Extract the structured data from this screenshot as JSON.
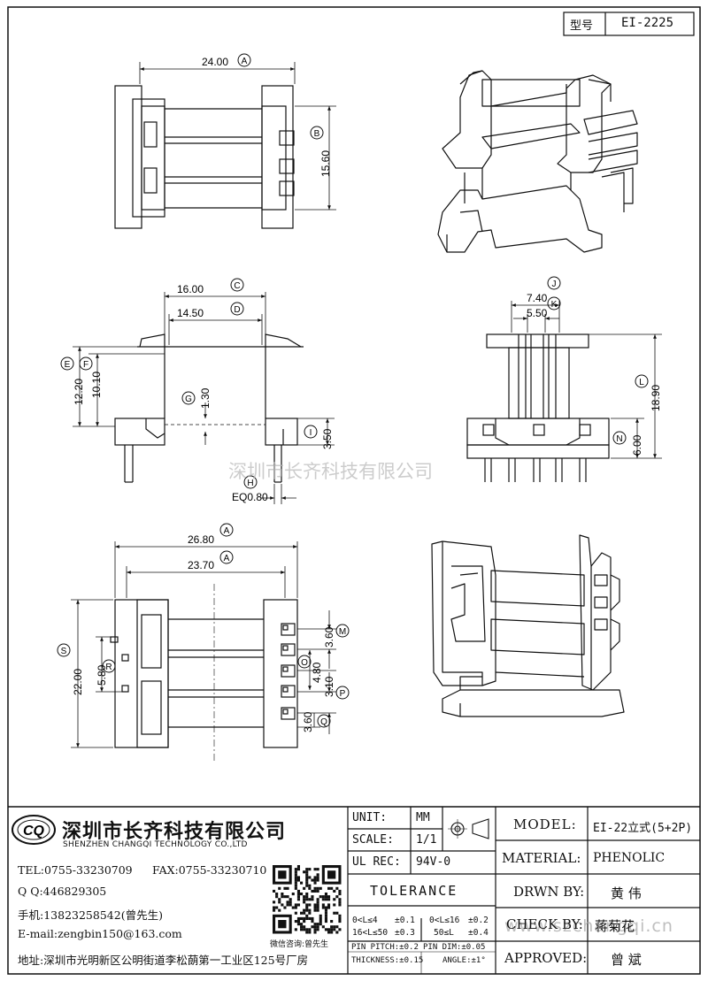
{
  "model_box": {
    "label": "型号",
    "value": "EI-2225"
  },
  "watermark": {
    "main": "深圳市长齐科技有限公司",
    "corner": "www.szchangqi.cn"
  },
  "dimensions": {
    "top_view": {
      "a": "24.00",
      "a_tag": "A",
      "b": "15.60",
      "b_tag": "B"
    },
    "side_view": {
      "c": "16.00",
      "c_tag": "C",
      "d": "14.50",
      "d_tag": "D",
      "e": "12.20",
      "e_tag": "E",
      "f": "10.10",
      "f_tag": "F",
      "g": "1.30",
      "g_tag": "G",
      "i": "3.50",
      "i_tag": "I",
      "h_tag": "H",
      "h": "EQ0.80"
    },
    "end_view": {
      "j": "7.40",
      "j_tag": "J",
      "k": "5.50",
      "k_tag": "K",
      "l": "18.90",
      "l_tag": "L",
      "n": "6.00",
      "n_tag": "N"
    },
    "bottom_view": {
      "a1": "26.80",
      "a1_tag": "A",
      "a2": "23.70",
      "a2_tag": "A",
      "s": "22.00",
      "s_tag": "S",
      "r": "5.80",
      "r_tag": "R",
      "m": "3.60",
      "m_tag": "M",
      "o": "4.80",
      "o_tag": "O",
      "p": "3.10",
      "p_tag": "P",
      "q": "3.60",
      "q_tag": "Q"
    }
  },
  "company": {
    "name_cn": "深圳市长齐科技有限公司",
    "name_en": "SHENZHEN CHANGQI TECHNOLOGY CO.,LTD",
    "logo_text": "CQ",
    "tel": "TEL:0755-33230709",
    "fax": "FAX:0755-33230710",
    "qq": "Q Q:446829305",
    "mobile": "手机:13823258542(曾先生)",
    "email": "E-mail:zengbin150@163.com",
    "address": "地址:深圳市光明新区公明街道李松蓢第一工业区125号厂房",
    "qr_caption": "微信咨询:曾先生"
  },
  "spec": {
    "unit_label": "UNIT:",
    "unit_value": "MM",
    "scale_label": "SCALE:",
    "scale_value": "1/1",
    "ul_label": "UL REC:",
    "ul_value": "94V-0",
    "tolerance_label": "TOLERANCE",
    "tol_row1": [
      "0<L≤4",
      "±0.1",
      "0<L≤16",
      "±0.2"
    ],
    "tol_row2": [
      "16<L≤50",
      "±0.3",
      "50≤L",
      "±0.4"
    ],
    "tol_row3": [
      "PIN PITCH:±0.2",
      "PIN DIM:±0.05"
    ],
    "tol_row4": [
      "THICKNESS:±0.15",
      "ANGLE:±1°"
    ]
  },
  "info": {
    "model_label": "MODEL:",
    "model_value": "EI-22立式(5+2P)",
    "material_label": "MATERIAL:",
    "material_value": "PHENOLIC",
    "drawn_label": "DRWN BY:",
    "drawn_value": "黄 伟",
    "check_label": "CHECK BY:",
    "check_value": "蒋菊花",
    "approved_label": "APPROVED:",
    "approved_value": "曾 斌"
  }
}
